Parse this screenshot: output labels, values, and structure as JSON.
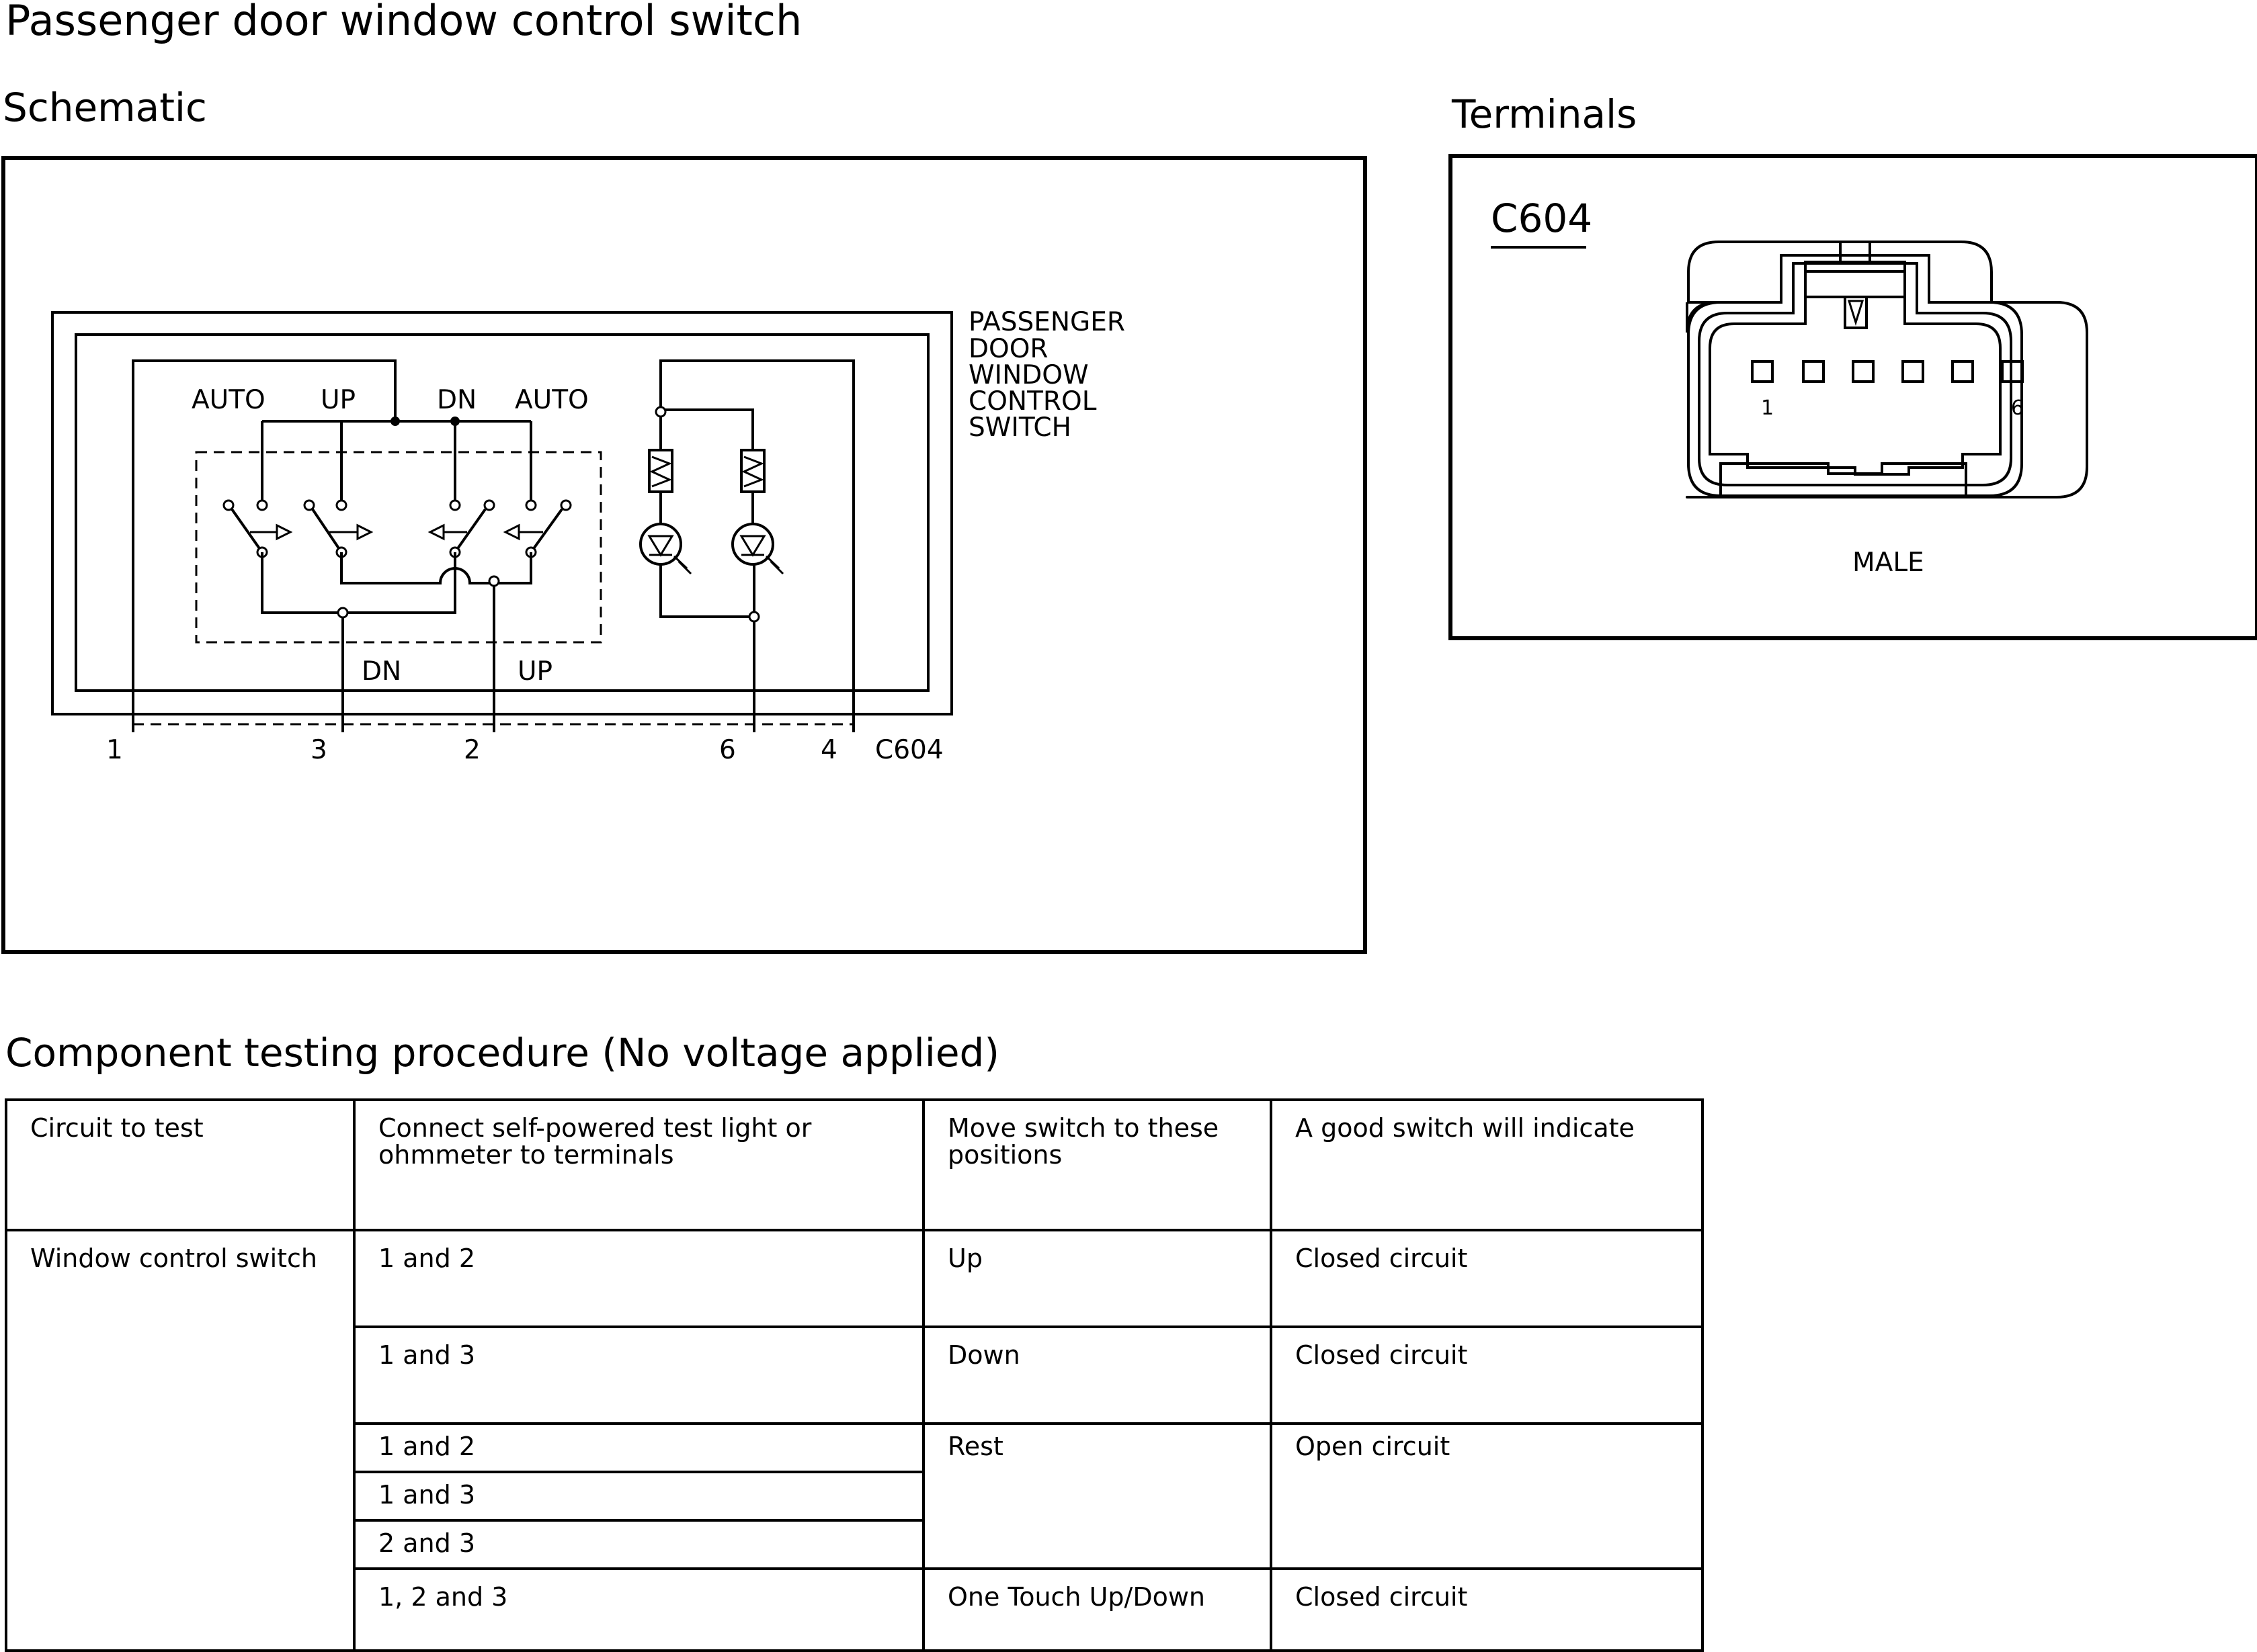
{
  "title": "Passenger door window control switch",
  "schematic": {
    "heading": "Schematic",
    "switch_label": [
      "PASSENGER",
      "DOOR",
      "WINDOW",
      "CONTROL",
      "SWITCH"
    ],
    "top_labels": [
      "AUTO",
      "UP",
      "DN",
      "AUTO"
    ],
    "bottom_labels": [
      "DN",
      "UP"
    ],
    "pins": [
      "1",
      "3",
      "2",
      "6",
      "4"
    ],
    "connector": "C604"
  },
  "terminals": {
    "heading": "Terminals",
    "connector": "C604",
    "pin_first": "1",
    "pin_last": "6",
    "gender": "MALE"
  },
  "procedure": {
    "heading": "Component testing procedure (No voltage applied)",
    "headers": [
      "Circuit to test",
      "Connect self-powered test light or ohmmeter to terminals",
      "Move switch to these positions",
      "A good switch will indicate"
    ],
    "circuit": "Window control switch",
    "rows": [
      {
        "terminals": "1 and 2",
        "position": "Up",
        "indication": "Closed circuit"
      },
      {
        "terminals": "1 and 3",
        "position": "Down",
        "indication": "Closed circuit"
      },
      {
        "terminals": "1 and 2",
        "position": "Rest",
        "indication": "Open circuit"
      },
      {
        "terminals": "1 and 3"
      },
      {
        "terminals": "2 and 3"
      },
      {
        "terminals": "1, 2 and 3",
        "position": "One Touch Up/Down",
        "indication": "Closed circuit"
      }
    ]
  }
}
